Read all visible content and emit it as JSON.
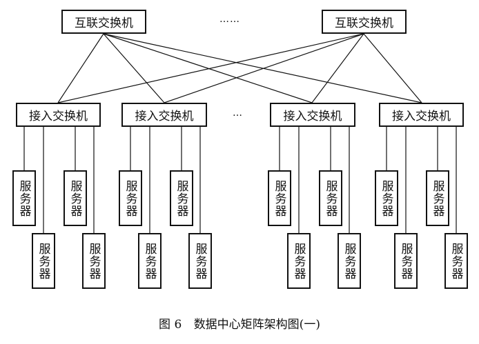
{
  "core_switches": [
    {
      "label": "互联交换机"
    },
    {
      "label": "互联交换机"
    }
  ],
  "core_ellipsis": "……",
  "access_switches": [
    {
      "label": "接入交换机"
    },
    {
      "label": "接入交换机"
    },
    {
      "label": "接入交换机"
    },
    {
      "label": "接入交换机"
    }
  ],
  "access_ellipsis": "…",
  "server_label": "服务器",
  "servers_per_access_switch": 4,
  "caption": {
    "figure": "图 6",
    "title": "数据中心矩阵架构图(一)"
  }
}
